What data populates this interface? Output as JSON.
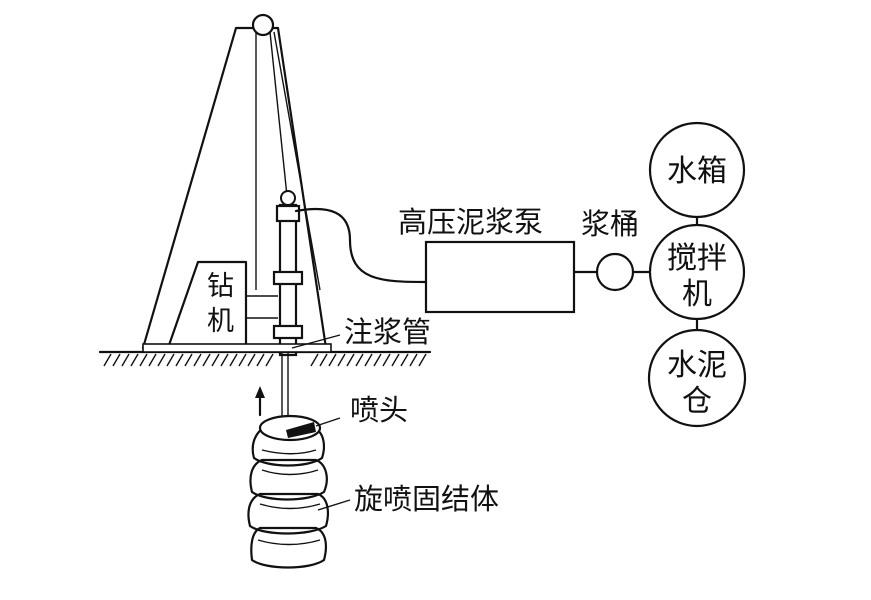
{
  "labels": {
    "drill_rig": [
      "钻",
      "机"
    ],
    "high_pressure_pump": "高压泥浆泵",
    "slurry_bucket": "浆桶",
    "water_tank": [
      "水箱"
    ],
    "mixer": [
      "搅拌",
      "机"
    ],
    "cement_silo": [
      "水泥",
      "仓"
    ],
    "grouting_pipe": "注浆管",
    "nozzle": "喷头",
    "jet_grout_column": "旋喷固结体"
  },
  "colors": {
    "ink": "#111111",
    "background": "#ffffff"
  }
}
